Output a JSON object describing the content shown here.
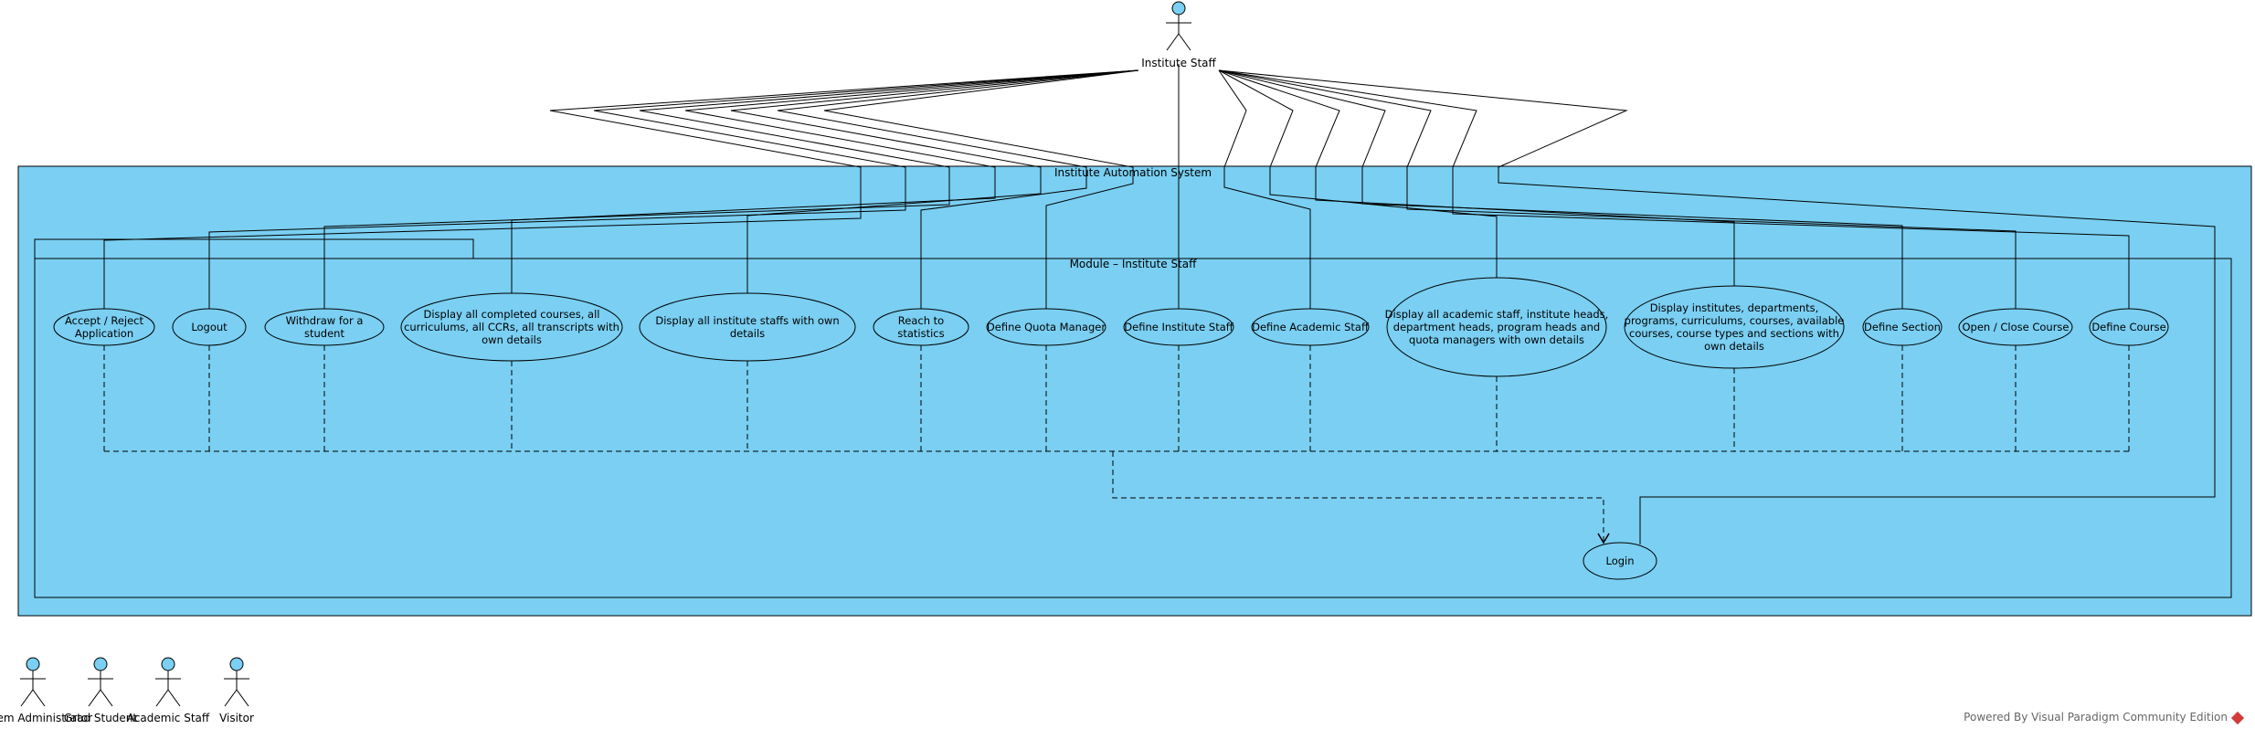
{
  "diagram": {
    "type": "UML use case diagram",
    "system_label": "Institute Automation System",
    "module_label": "Module – Institute Staff",
    "colors": {
      "system_fill": "#7acff2",
      "actor_head": "#7acff2",
      "stroke": "#000000"
    },
    "primary_actor": {
      "id": "institute-staff",
      "label": "Institute Staff"
    },
    "other_actors": [
      {
        "id": "system-administrator",
        "label": "System Administrator"
      },
      {
        "id": "grad-student",
        "label": "Grad Student"
      },
      {
        "id": "academic-staff",
        "label": "Academic Staff"
      },
      {
        "id": "visitor",
        "label": "Visitor"
      }
    ],
    "use_cases": [
      {
        "id": "accept-reject-application",
        "lines": [
          "Accept / Reject",
          "Application"
        ]
      },
      {
        "id": "logout",
        "lines": [
          "Logout"
        ]
      },
      {
        "id": "withdraw-student",
        "lines": [
          "Withdraw for a",
          "student"
        ]
      },
      {
        "id": "display-completed-courses",
        "lines": [
          "Display all completed courses, all",
          "curriculums, all CCRs, all transcripts with",
          "own details"
        ]
      },
      {
        "id": "display-institute-staffs",
        "lines": [
          "Display all institute staffs with own",
          "details"
        ]
      },
      {
        "id": "reach-statistics",
        "lines": [
          "Reach to",
          "statistics"
        ]
      },
      {
        "id": "define-quota-manager",
        "lines": [
          "Define Quota Manager"
        ]
      },
      {
        "id": "define-institute-staff",
        "lines": [
          "Define Institute Staff"
        ]
      },
      {
        "id": "define-academic-staff",
        "lines": [
          "Define Academic Staff"
        ]
      },
      {
        "id": "display-academic-staff-heads",
        "lines": [
          "Display all academic staff, institute heads,",
          "department heads, program heads and",
          "quota managers with own details"
        ]
      },
      {
        "id": "display-institutes-departments",
        "lines": [
          "Display institutes, departments,",
          "programs, curriculums, courses, available",
          "courses, course types and sections with",
          "own details"
        ]
      },
      {
        "id": "define-section",
        "lines": [
          "Define Section"
        ]
      },
      {
        "id": "open-close-course",
        "lines": [
          "Open / Close Course"
        ]
      },
      {
        "id": "define-course",
        "lines": [
          "Define Course"
        ]
      }
    ],
    "login": {
      "id": "login",
      "lines": [
        "Login"
      ]
    },
    "relationship": "include"
  },
  "footer": {
    "text": "Powered By Visual Paradigm Community Edition"
  }
}
